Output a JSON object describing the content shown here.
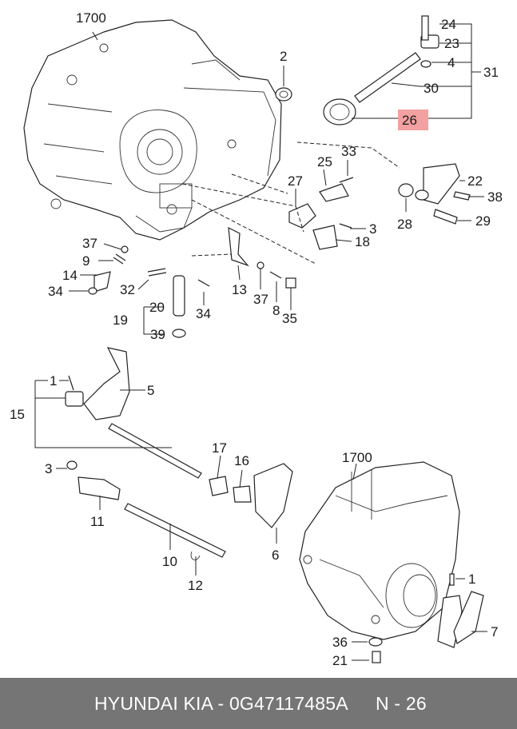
{
  "labels": {
    "c1700_top": "1700",
    "c1700_bot": "1700",
    "p24": "24",
    "p23": "23",
    "p4": "4",
    "p31": "31",
    "p30": "30",
    "p2": "2",
    "p26": "26",
    "p33": "33",
    "p25": "25",
    "p27": "27",
    "p22": "22",
    "p38": "38",
    "p28": "28",
    "p29": "29",
    "p3a": "3",
    "p18": "18",
    "p37a": "37",
    "p9": "9",
    "p14": "14",
    "p34a": "34",
    "p32": "32",
    "p13": "13",
    "p37b": "37",
    "p8": "8",
    "p35": "35",
    "p20": "20",
    "p19": "19",
    "p34b": "34",
    "p39": "39",
    "p1a": "1",
    "p5": "5",
    "p15": "15",
    "p17": "17",
    "p16": "16",
    "p3b": "3",
    "p11": "11",
    "p6": "6",
    "p10": "10",
    "p12": "12",
    "p1b": "1",
    "p7": "7",
    "p36": "36",
    "p21": "21"
  },
  "highlight_part": "26",
  "highlight_color": "#f2a0a0",
  "footer": {
    "brand": "HYUNDAI  KIA - 0G47117485A",
    "page": "N - 26"
  },
  "colors": {
    "footer_bg": "#757575",
    "footer_text": "#ffffff",
    "line": "#222222"
  }
}
